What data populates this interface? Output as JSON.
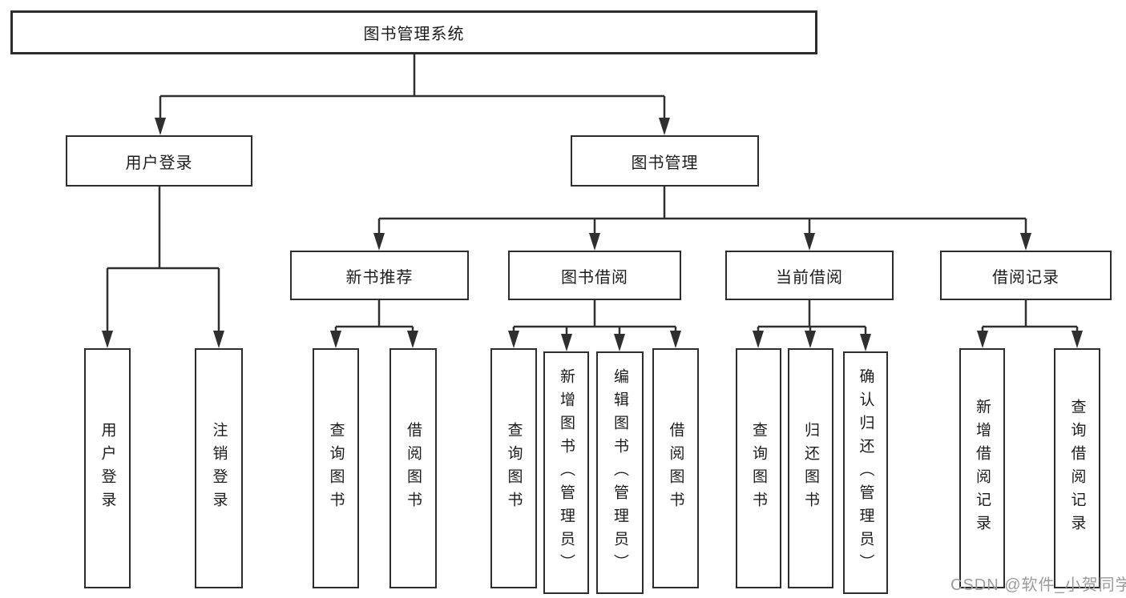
{
  "tree": {
    "root": "图书管理系统",
    "children": [
      {
        "label": "用户登录",
        "children": [
          {
            "label": "用户登录"
          },
          {
            "label": "注销登录"
          }
        ]
      },
      {
        "label": "图书管理",
        "children": [
          {
            "label": "新书推荐",
            "children": [
              {
                "label": "查询图书"
              },
              {
                "label": "借阅图书"
              }
            ]
          },
          {
            "label": "图书借阅",
            "children": [
              {
                "label": "查询图书"
              },
              {
                "label": "新增图书（管理员）"
              },
              {
                "label": "编辑图书（管理员）"
              },
              {
                "label": "借阅图书"
              }
            ]
          },
          {
            "label": "当前借阅",
            "children": [
              {
                "label": "查询图书"
              },
              {
                "label": "归还图书"
              },
              {
                "label": "确认归还（管理员）"
              }
            ]
          },
          {
            "label": "借阅记录",
            "children": [
              {
                "label": "新增借阅记录"
              },
              {
                "label": "查询借阅记录"
              }
            ]
          }
        ]
      }
    ]
  },
  "watermark": {
    "text": "CSDN @软件_小贺同学",
    "color": "#9b9b9b"
  },
  "style": {
    "line_color": "#2f2f2f",
    "box_border_color": "#2d2d2d",
    "text_color": "#1c1c1e",
    "background": "#ffffff"
  }
}
